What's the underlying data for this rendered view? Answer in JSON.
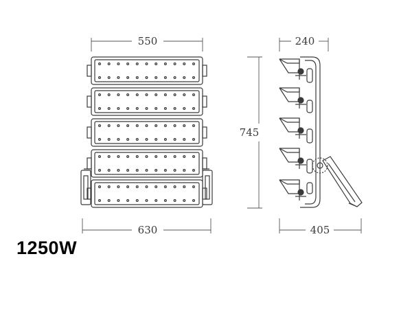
{
  "dimensions": {
    "front_top_width": "550",
    "front_bottom_width": "630",
    "side_height": "745",
    "side_top_width": "240",
    "side_bottom_width": "405"
  },
  "power_label": "1250W",
  "colors": {
    "line": "#3a3a3a",
    "module_fill": "#ffffff",
    "dim_line": "#555555"
  }
}
